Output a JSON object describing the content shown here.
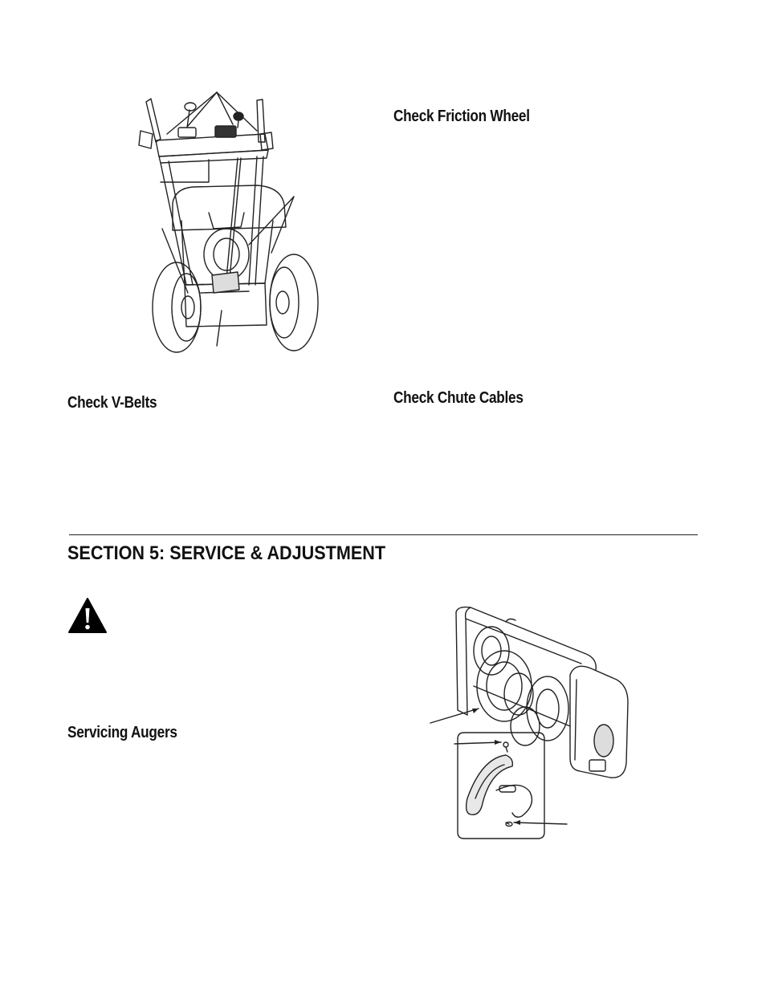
{
  "headings": {
    "check_friction_wheel": "Check Friction Wheel",
    "check_v_belts": "Check V-Belts",
    "check_chute_cables": "Check Chute Cables",
    "servicing_augers": "Servicing Augers"
  },
  "section": {
    "title": "SECTION 5:  SERVICE & ADJUSTMENT"
  },
  "icons": {
    "warning": "warning-triangle-icon"
  }
}
